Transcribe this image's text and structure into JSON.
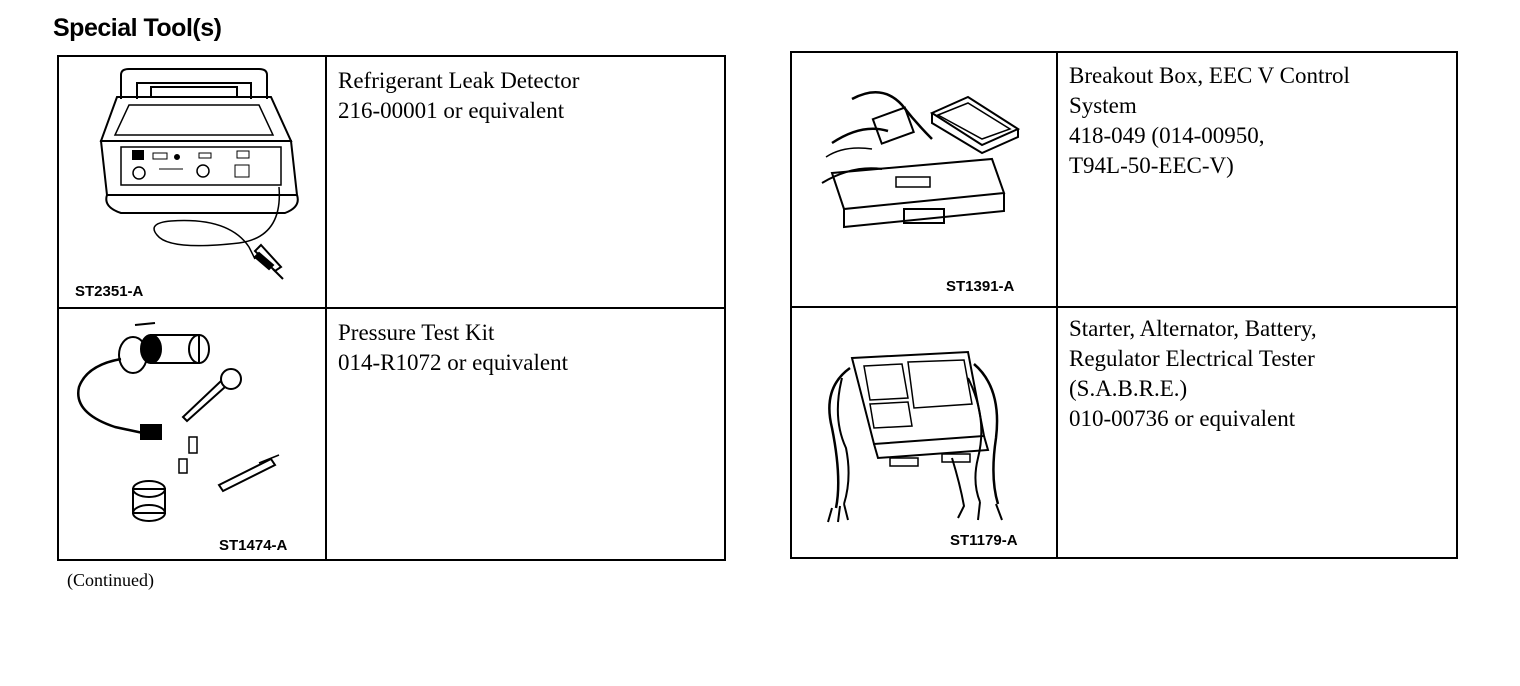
{
  "heading": "Special Tool(s)",
  "continued": "(Continued)",
  "tools": [
    {
      "figure_id": "ST2351-A",
      "illustration": "refrigerant-leak-detector-illustration",
      "lines": [
        "Refrigerant Leak Detector",
        "216-00001 or equivalent"
      ]
    },
    {
      "figure_id": "ST1474-A",
      "illustration": "pressure-test-kit-illustration",
      "lines": [
        "Pressure Test Kit",
        "014-R1072 or equivalent"
      ]
    },
    {
      "figure_id": "ST1391-A",
      "illustration": "breakout-box-illustration",
      "lines": [
        "Breakout Box, EEC V Control",
        "System",
        "418-049 (014-00950,",
        "T94L-50-EEC-V)"
      ]
    },
    {
      "figure_id": "ST1179-A",
      "illustration": "sabre-tester-illustration",
      "lines": [
        "Starter, Alternator, Battery,",
        "Regulator Electrical Tester",
        "(S.A.B.R.E.)",
        "010-00736 or equivalent"
      ]
    }
  ]
}
